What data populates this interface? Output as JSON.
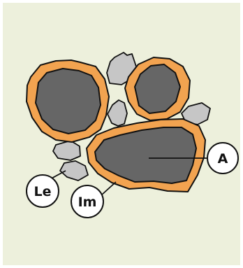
{
  "diagram": {
    "labels": {
      "a": "A",
      "le": "Le",
      "im": "Im"
    },
    "colors": {
      "background": "#edf0dc",
      "rim": "#f2a350",
      "core": "#666666",
      "particle": "#c6c6c6",
      "stroke": "#111111",
      "callout": "#ffffff"
    }
  }
}
